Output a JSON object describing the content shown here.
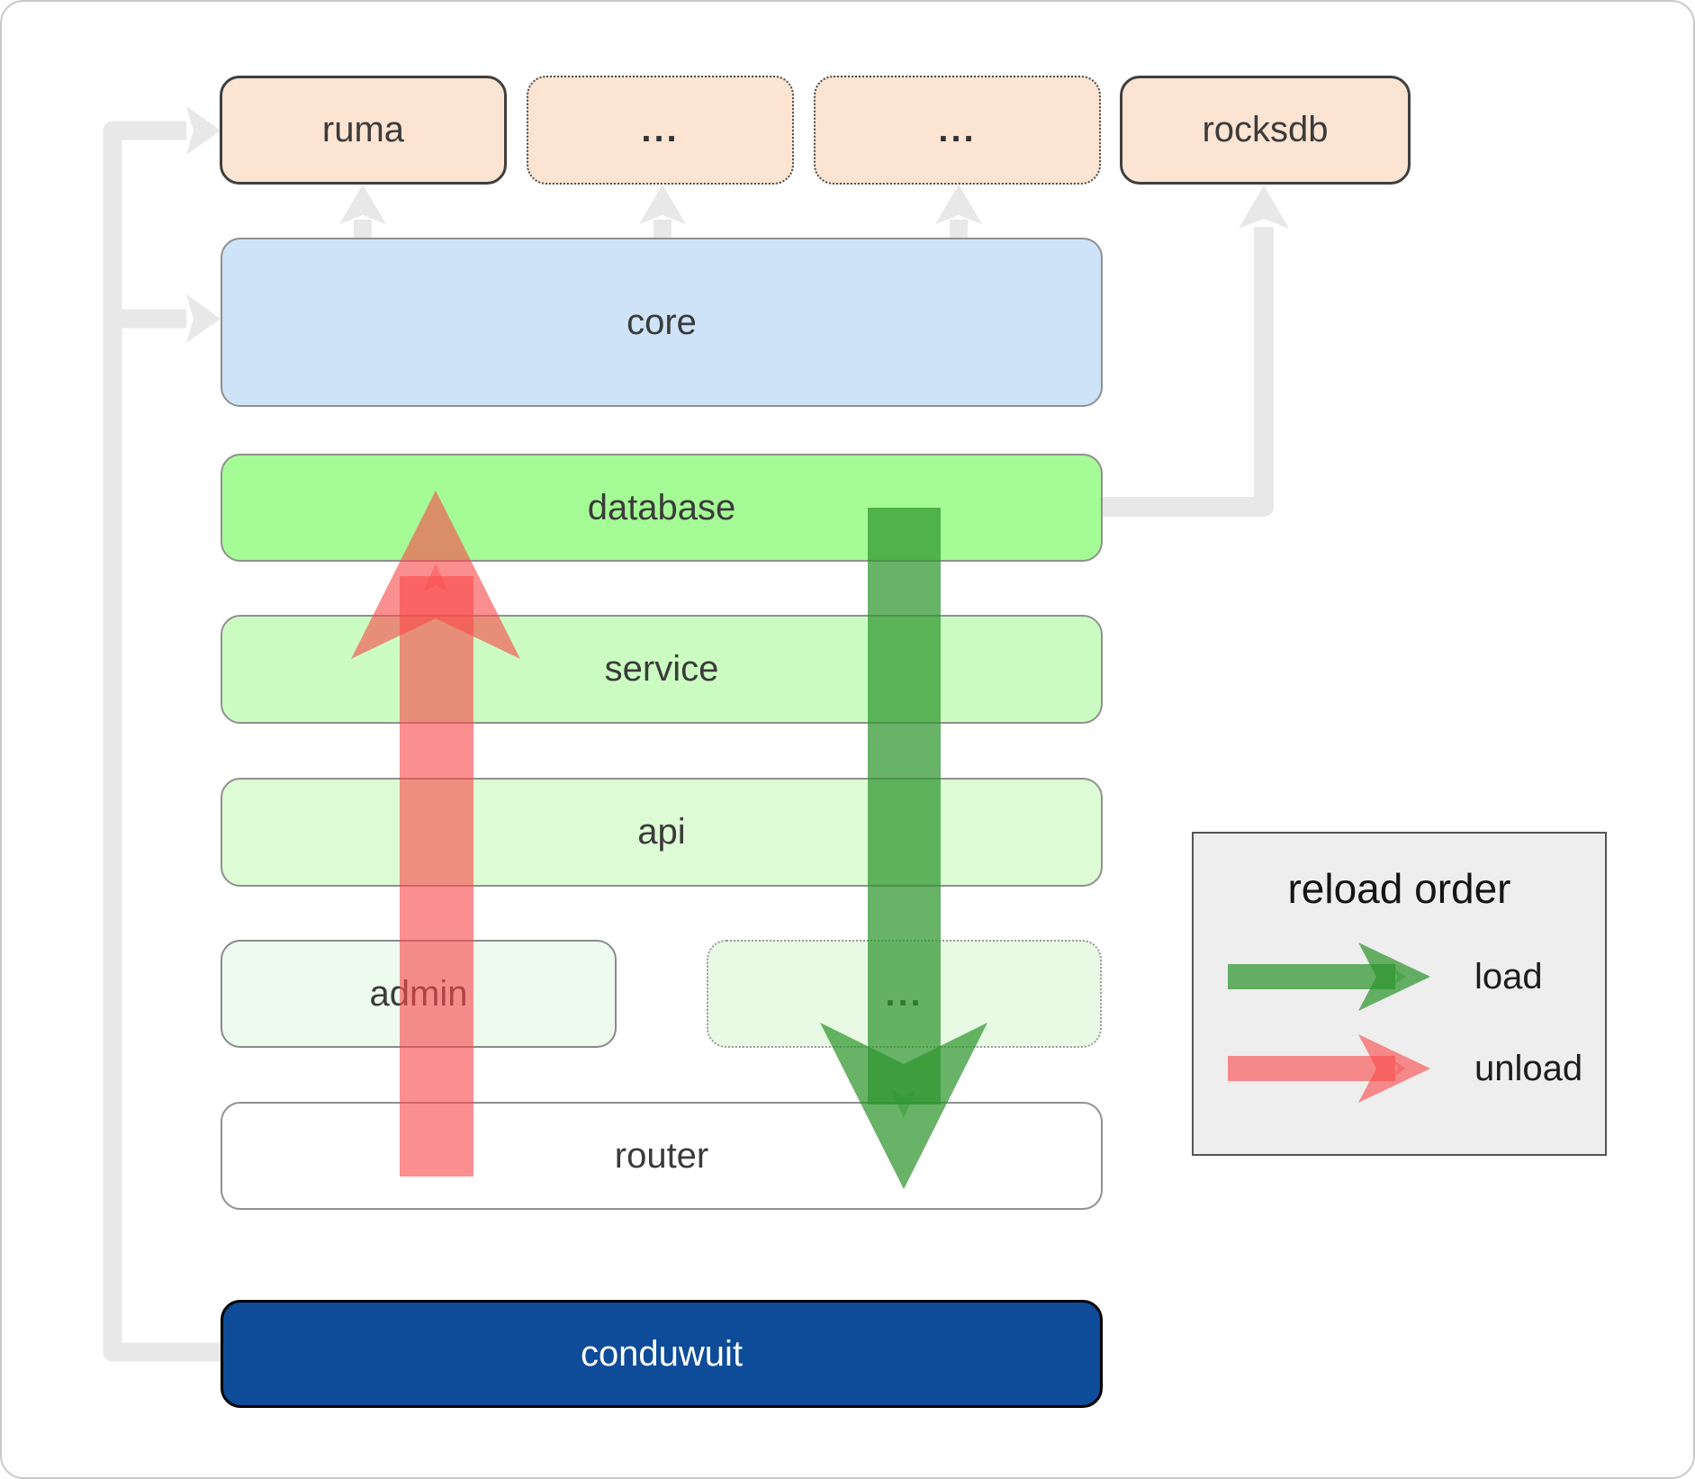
{
  "diagram": {
    "nodes": {
      "ruma": {
        "label": "ruma"
      },
      "ellipsis_top_1": {
        "label": "..."
      },
      "ellipsis_top_2": {
        "label": "..."
      },
      "rocksdb": {
        "label": "rocksdb"
      },
      "core": {
        "label": "core"
      },
      "database": {
        "label": "database"
      },
      "service": {
        "label": "service"
      },
      "api": {
        "label": "api"
      },
      "admin": {
        "label": "admin"
      },
      "ellipsis_admin": {
        "label": "..."
      },
      "router": {
        "label": "router"
      },
      "conduwuit": {
        "label": "conduwuit"
      }
    }
  },
  "legend": {
    "title": "reload order",
    "items": [
      {
        "label": "load",
        "color": "#2E962E"
      },
      {
        "label": "unload",
        "color": "#F94B4B"
      }
    ]
  },
  "colors": {
    "node-peach": "#FCE4D2",
    "node-blue": "#CEE3F8",
    "node-green-bright": "#A5FB95",
    "node-green-light": "#CBFDC3",
    "node-green-lighter": "#DDFBD5",
    "node-green-faint": "#EDFAEE",
    "node-green-faint2": "#E8FAE4",
    "node-navy": "#0E4C99",
    "connector-gray": "#E8E8E8",
    "arrow-load-green": "#2E962E",
    "arrow-unload-red": "#F94B4B",
    "legend-bg": "#EEEEEE"
  }
}
